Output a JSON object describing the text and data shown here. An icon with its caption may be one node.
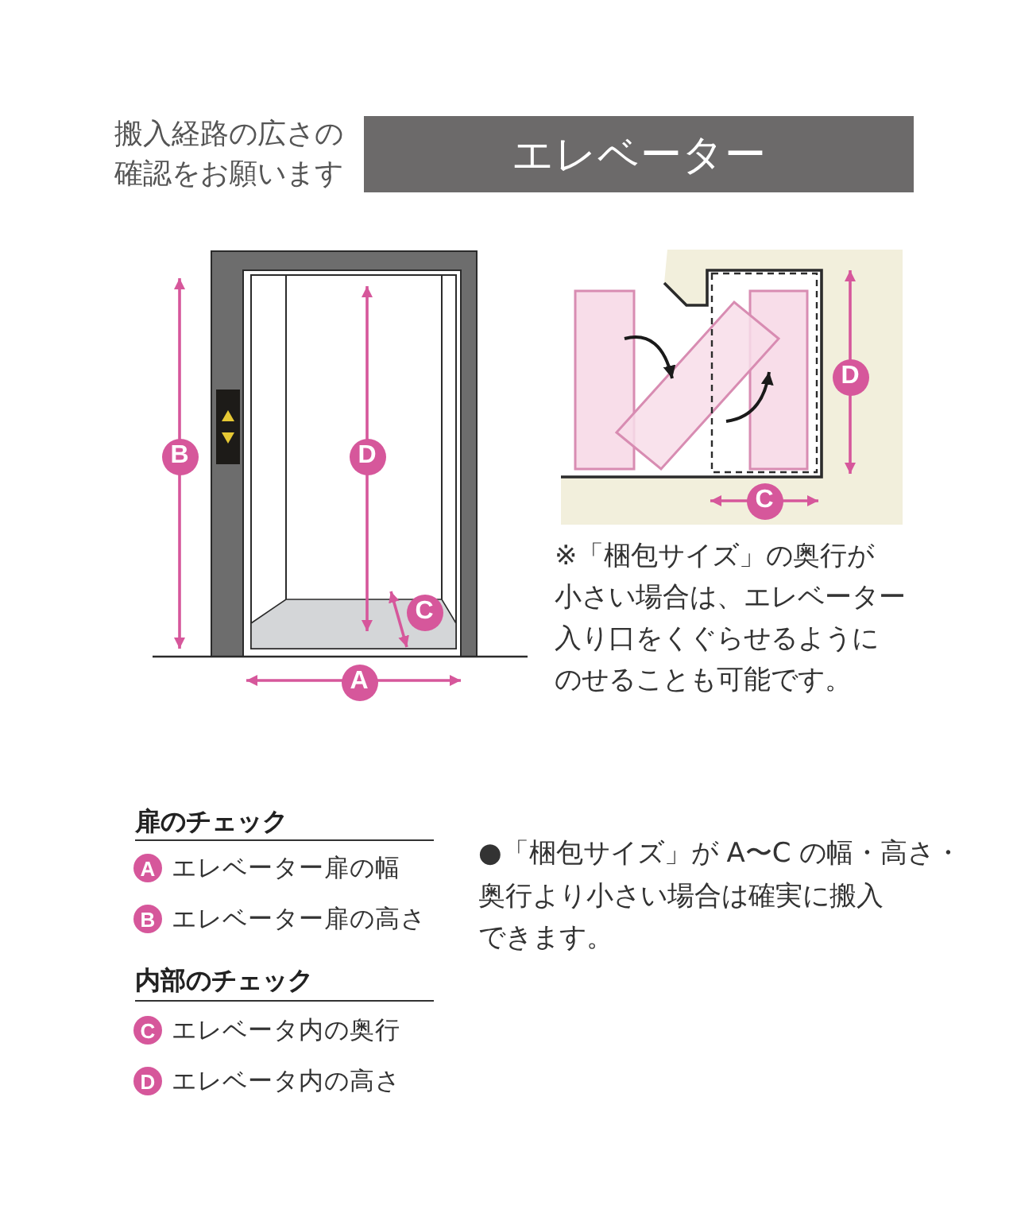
{
  "diagram": {
    "title": "エレベーター",
    "labels": [
      "搬入経路の広さの確認をお願います",
      "B",
      "D",
      "C",
      "A",
      "D",
      "C",
      "※「梱包サイズ」の奥行が小さい場合は、エレベーター入り口をくぐらせるようにのせることも可能です。",
      "扉のチェック",
      "A",
      "エレベーター扉の幅",
      "B",
      "エレベーター扉の高さ",
      "内部のチェック",
      "C",
      "エレベータ内の奥行",
      "D",
      "エレベータ内の高さ",
      "●「梱包サイズ」が A〜C の幅・高さ・奥行より小さい場合は確実に搬入できます。"
    ]
  }
}
